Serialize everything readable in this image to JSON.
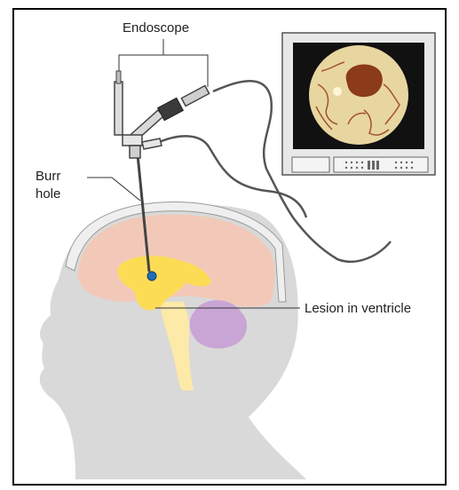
{
  "labels": {
    "endoscope": "Endoscope",
    "burr_line1": "Burr",
    "burr_line2": "hole",
    "lesion": "Lesion in ventricle"
  },
  "colors": {
    "frame": "#000000",
    "head": "#d9d9d9",
    "skull": "#eeeeee",
    "brain": "#f2c9b8",
    "ventricle": "#fddc55",
    "brainstem": "#fde9a8",
    "cerebellum": "#c9a5d6",
    "lesion": "#1d6fb8",
    "cable": "#555555",
    "monitor_body": "#e8e8e8",
    "monitor_screen": "#111111",
    "scope_view": "#e8d6a0",
    "view_lesion": "#8b3a1a",
    "view_vessels": "#a0522d"
  },
  "icons": [
    "endoscope-instrument",
    "monitor",
    "head-profile",
    "brain",
    "ventricle-lesion"
  ]
}
